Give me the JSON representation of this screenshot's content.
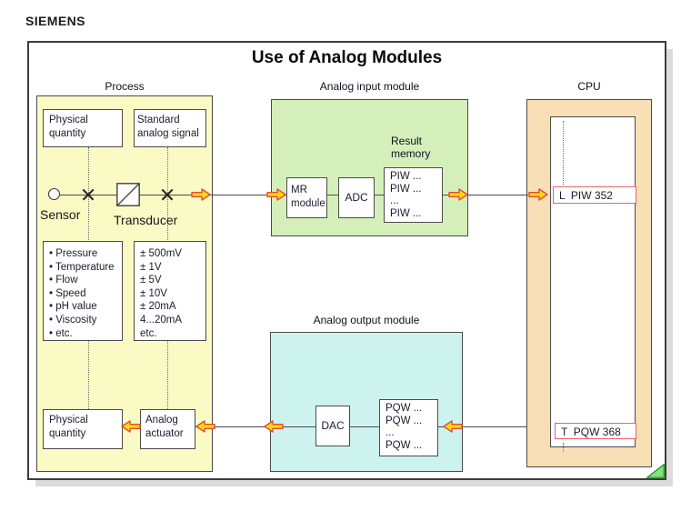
{
  "brand": "SIEMENS",
  "title": "Use of Analog Modules",
  "colors": {
    "process_fill": "#fafac4",
    "input_module_fill": "#d5efbb",
    "output_module_fill": "#cdf3ee",
    "cpu_fill": "#f8dfb6",
    "arrow_fill": "#ffdf00",
    "arrow_stroke": "#e34848",
    "register_border": "#f0606e",
    "corner_triangle_fill": "#7be87b"
  },
  "process": {
    "label": "Process",
    "top_left_box": "Physical quantity",
    "top_right_box": "Standard analog signal",
    "sensor_label": "Sensor",
    "transducer_label": "Transducer",
    "quantities": [
      "• Pressure",
      "• Temperature",
      "• Flow",
      "• Speed",
      "• pH value",
      "• Viscosity",
      "• etc."
    ],
    "signals": [
      "± 500mV",
      "± 1V",
      "± 5V",
      "± 10V",
      "± 20mA",
      "4...20mA",
      "etc."
    ],
    "bottom_left_box": "Physical quantity",
    "actuator_box": "Analog actuator"
  },
  "input_module": {
    "label": "Analog input module",
    "mr_box": "MR module",
    "adc_box": "ADC",
    "result_memory_label": "Result memory",
    "piw_lines": [
      "PIW ...",
      "PIW ...",
      "...",
      "PIW ..."
    ]
  },
  "output_module": {
    "label": "Analog output module",
    "dac_box": "DAC",
    "pqw_lines": [
      "PQW ...",
      "PQW ...",
      "...",
      "PQW ..."
    ]
  },
  "cpu": {
    "label": "CPU",
    "load_instruction": "L  PIW 352",
    "transfer_instruction": "T  PQW 368"
  }
}
